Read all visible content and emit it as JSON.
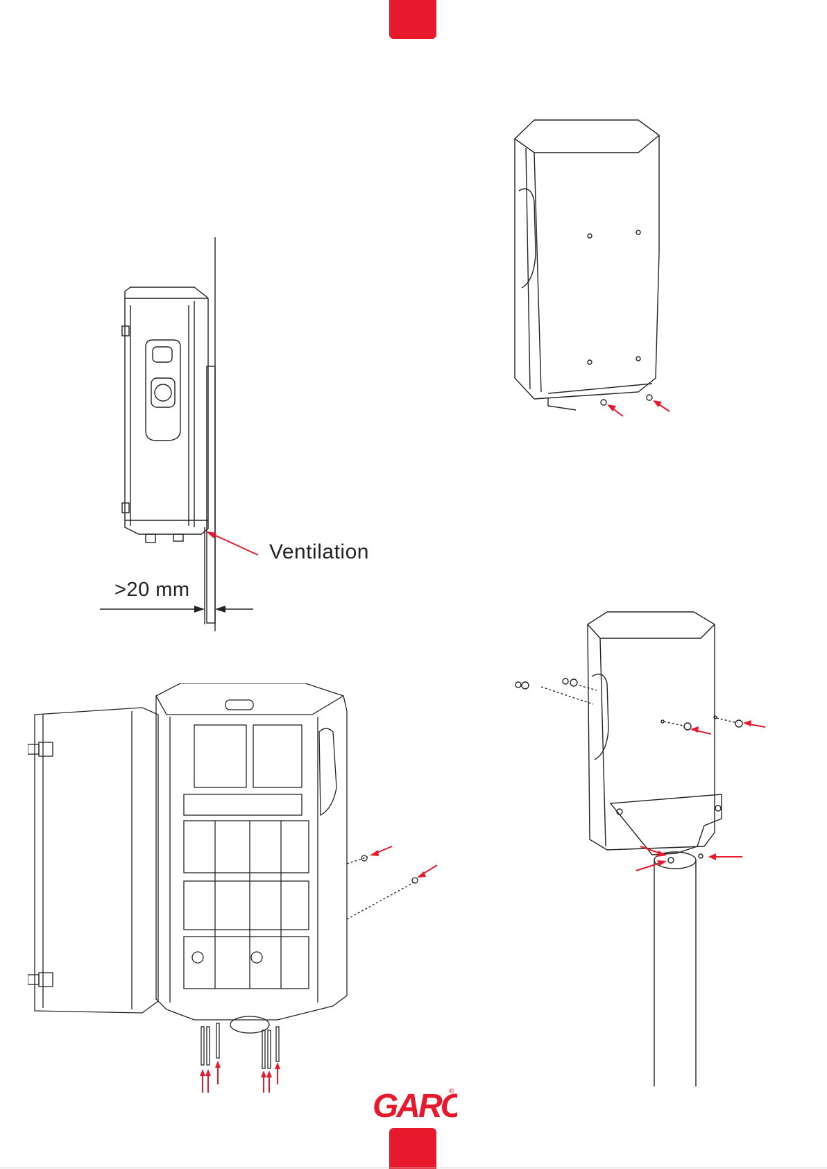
{
  "labels": {
    "ventilation": "Ventilation",
    "clearance": ">20 mm"
  },
  "logo": {
    "text": "GARO",
    "registered_mark": "®"
  },
  "colors": {
    "brand_red": "#e8192c",
    "line": "#222222"
  },
  "icons": [
    "arrow-icon"
  ]
}
